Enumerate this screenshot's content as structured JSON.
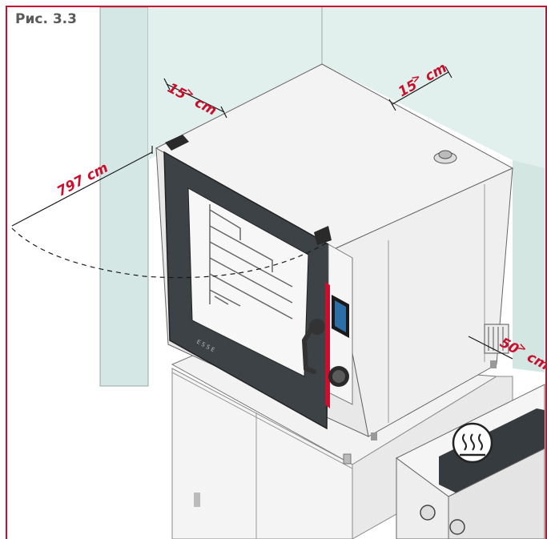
{
  "figure": {
    "label": "Рис. 3.3"
  },
  "dimensions": {
    "left_clearance": {
      "value": "15",
      "symbol": ">",
      "unit": "cm"
    },
    "rear_clearance": {
      "value": "15",
      "symbol": ">",
      "unit": "cm"
    },
    "right_clearance": {
      "value": "50",
      "symbol": ">",
      "unit": "cm"
    },
    "door_swing": {
      "text": "797 cm"
    }
  },
  "colors": {
    "frame": "#c8102e",
    "accent": "#c8102e",
    "wall": "#e1efed",
    "oven_body": "#f1f1f1",
    "oven_glass": "#3c4246"
  },
  "icons": [
    "hot-surface-icon",
    "control-knob-icon",
    "touch-display-icon",
    "door-handle-icon"
  ]
}
